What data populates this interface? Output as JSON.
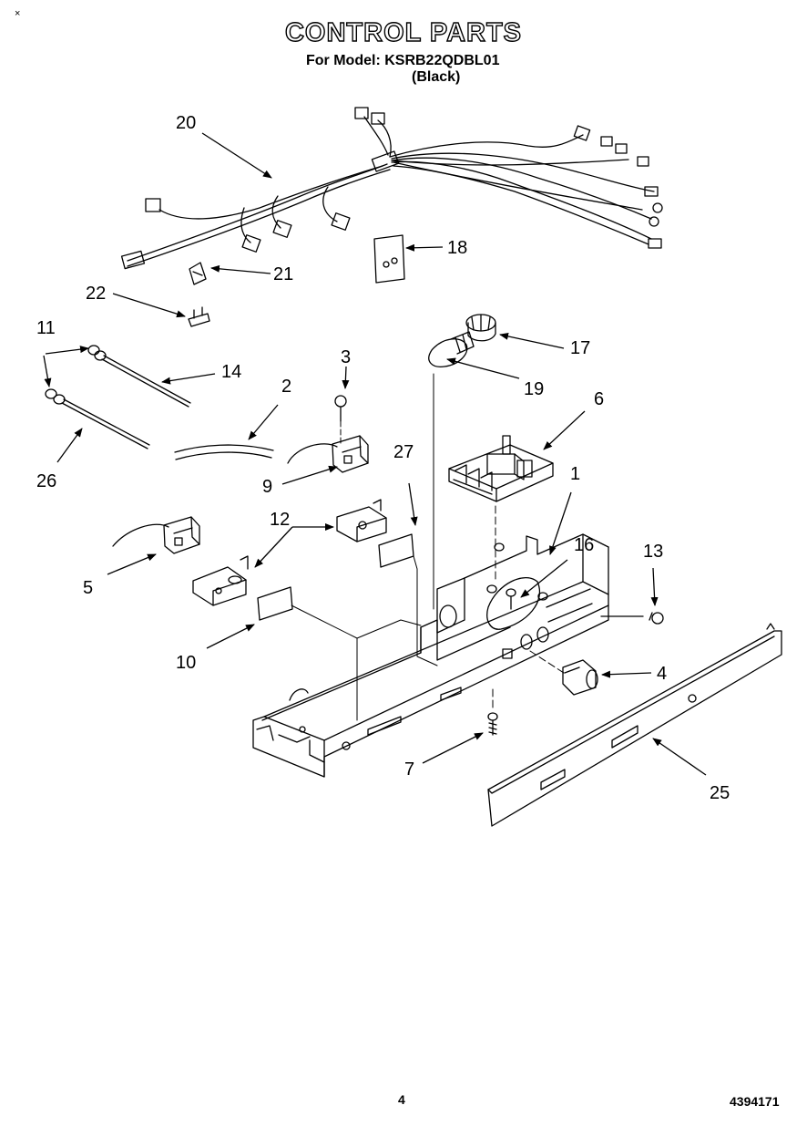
{
  "corner_mark": "×",
  "title": "CONTROL PARTS",
  "subtitle": "For Model: KSRB22QDBL01",
  "finish": "(Black)",
  "callouts": {
    "c1": "1",
    "c2": "2",
    "c3": "3",
    "c4": "4",
    "c5": "5",
    "c6": "6",
    "c7": "7",
    "c9": "9",
    "c10": "10",
    "c11": "11",
    "c12": "12",
    "c13": "13",
    "c14": "14",
    "c16": "16",
    "c17": "17",
    "c18": "18",
    "c19": "19",
    "c20": "20",
    "c21": "21",
    "c22": "22",
    "c25": "25",
    "c26": "26",
    "c27": "27"
  },
  "footer": {
    "page_number": "4",
    "doc_number": "4394171"
  }
}
